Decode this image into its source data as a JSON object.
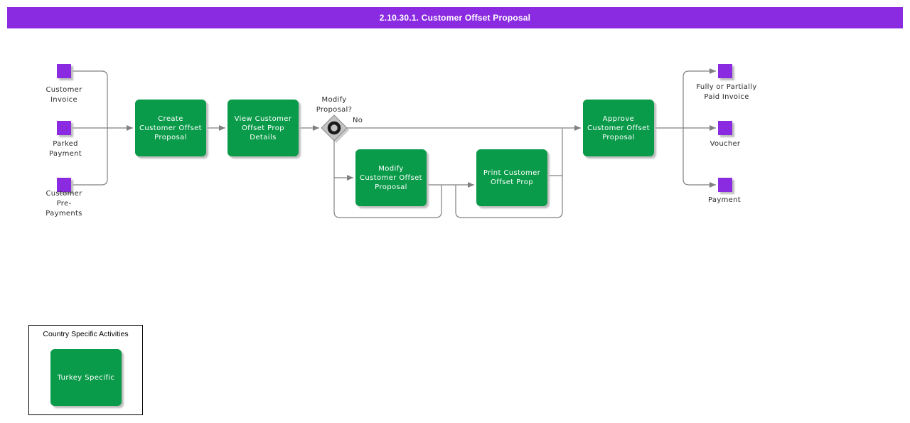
{
  "title_bar": {
    "text": "2.10.30.1. Customer Offset Proposal"
  },
  "colors": {
    "banner": "#8A2BE2",
    "event": "#8A2BE2",
    "task": "#0a9b4a",
    "task_text": "#ffffff",
    "connector": "#808080",
    "gateway_fill": "#c3c3c3",
    "gateway_ring": "#1a1a1a",
    "label_text": "#2b2b2b"
  },
  "inputs": [
    {
      "label": "Customer\nInvoice"
    },
    {
      "label": "Parked\nPayment"
    },
    {
      "label": "Customer\nPre-\nPayments"
    }
  ],
  "tasks": [
    {
      "id": "create",
      "label": "Create\nCustomer Offset\nProposal"
    },
    {
      "id": "view",
      "label": "View Customer\nOffset Prop\nDetails"
    },
    {
      "id": "modify",
      "label": "Modify\nCustomer Offset\nProposal"
    },
    {
      "id": "print",
      "label": "Print Customer\nOffset Prop"
    },
    {
      "id": "approve",
      "label": "Approve\nCustomer Offset\nProposal"
    }
  ],
  "gateway": {
    "label": "Modify\nProposal?",
    "branch_no": "No"
  },
  "outputs": [
    {
      "label": "Fully or Partially\nPaid Invoice"
    },
    {
      "label": "Voucher"
    },
    {
      "label": "Payment"
    }
  ],
  "country": {
    "title": "Country Specific Activities",
    "task": "Turkey Specific"
  }
}
